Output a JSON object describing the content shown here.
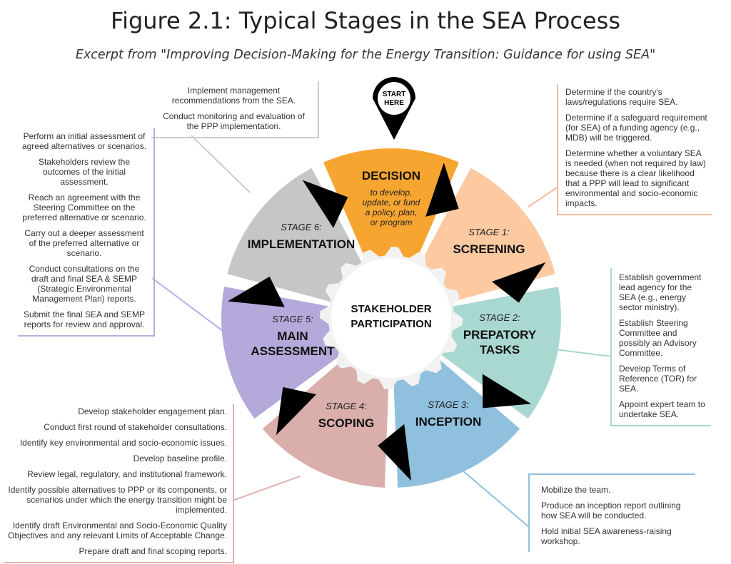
{
  "title": "Figure 2.1:  Typical Stages in the SEA Process",
  "subtitle": "Excerpt from \"Improving Decision-Making for the Energy Transition: Guidance for using SEA\"",
  "pin_label_line1": "START",
  "pin_label_line2": "HERE",
  "center": {
    "line1": "STAKEHOLDER",
    "line2": "PARTICIPATION"
  },
  "segments": [
    {
      "id": "decision",
      "stage": "",
      "name_lines": [
        "DECISION"
      ],
      "desc_lines": [
        "to develop,",
        "update, or fund",
        "a policy, plan,",
        "or program"
      ],
      "color": "#f7a531"
    },
    {
      "id": "screening",
      "stage": "STAGE 1:",
      "name_lines": [
        "SCREENING"
      ],
      "desc_lines": [],
      "color": "#fcc9a1"
    },
    {
      "id": "prep",
      "stage": "STAGE 2:",
      "name_lines": [
        "PREPATORY",
        "TASKS"
      ],
      "desc_lines": [],
      "color": "#a9d8d1"
    },
    {
      "id": "inception",
      "stage": "STAGE 3:",
      "name_lines": [
        "INCEPTION"
      ],
      "desc_lines": [],
      "color": "#8fc0de"
    },
    {
      "id": "scoping",
      "stage": "STAGE 4:",
      "name_lines": [
        "SCOPING"
      ],
      "desc_lines": [],
      "color": "#d9aeab"
    },
    {
      "id": "main",
      "stage": "STAGE 5:",
      "name_lines": [
        "MAIN",
        "ASSESSMENT"
      ],
      "desc_lines": [],
      "color": "#b4a9da"
    },
    {
      "id": "impl",
      "stage": "STAGE 6:",
      "name_lines": [
        "IMPLEMENTATION"
      ],
      "desc_lines": [],
      "color": "#c6c6c6"
    }
  ],
  "boxes": {
    "decision": [
      "Implement management recommendations from the SEA.",
      "Conduct monitoring and evaluation of the PPP implementation."
    ],
    "screening": [
      "Determine if the country's laws/regulations require SEA.",
      "Determine if a safeguard requirement (for SEA) of a funding agency (e.g., MDB) will be triggered.",
      "Determine whether a voluntary SEA is needed (when not required by law) because there is a clear likelihood that a PPP will lead to significant environmental and socio-economic impacts."
    ],
    "prep": [
      "Establish government lead agency for the SEA (e.g., energy sector ministry).",
      "Establish Steering Committee and possibly an Advisory Committee.",
      "Develop Terms of Reference (TOR) for SEA.",
      "Appoint expert team to undertake SEA."
    ],
    "inception": [
      "Mobilize the team.",
      "Produce an inception report outlining how SEA will be conducted.",
      "Hold initial SEA awareness-raising workshop."
    ],
    "scoping": [
      "Develop stakeholder engagement plan.",
      "Conduct first round of stakeholder consultations.",
      "Identify key environmental and socio-economic issues.",
      "Develop baseline profile.",
      "Review legal, regulatory, and institutional framework.",
      "Identify possible alternatives to PPP or its components, or scenarios under which the energy transition might be implemented.",
      "Identify draft Environmental and Socio-Economic Quality Objectives and any relevant Limits of Acceptable Change.",
      "Prepare draft and final scoping reports."
    ],
    "main": [
      "Perform an initial assessment of agreed alternatives or scenarios.",
      "Stakeholders review the outcomes of the initial assessment.",
      "Reach an agreement with the Steering Committee on the preferred alternative or scenario.",
      "Carry out a deeper assessment of the preferred alternative or scenario.",
      "Conduct consultations on the draft and final SEA & SEMP (Strategic Environmental Management Plan) reports.",
      "Submit the final SEA and SEMP reports for review and approval."
    ]
  }
}
